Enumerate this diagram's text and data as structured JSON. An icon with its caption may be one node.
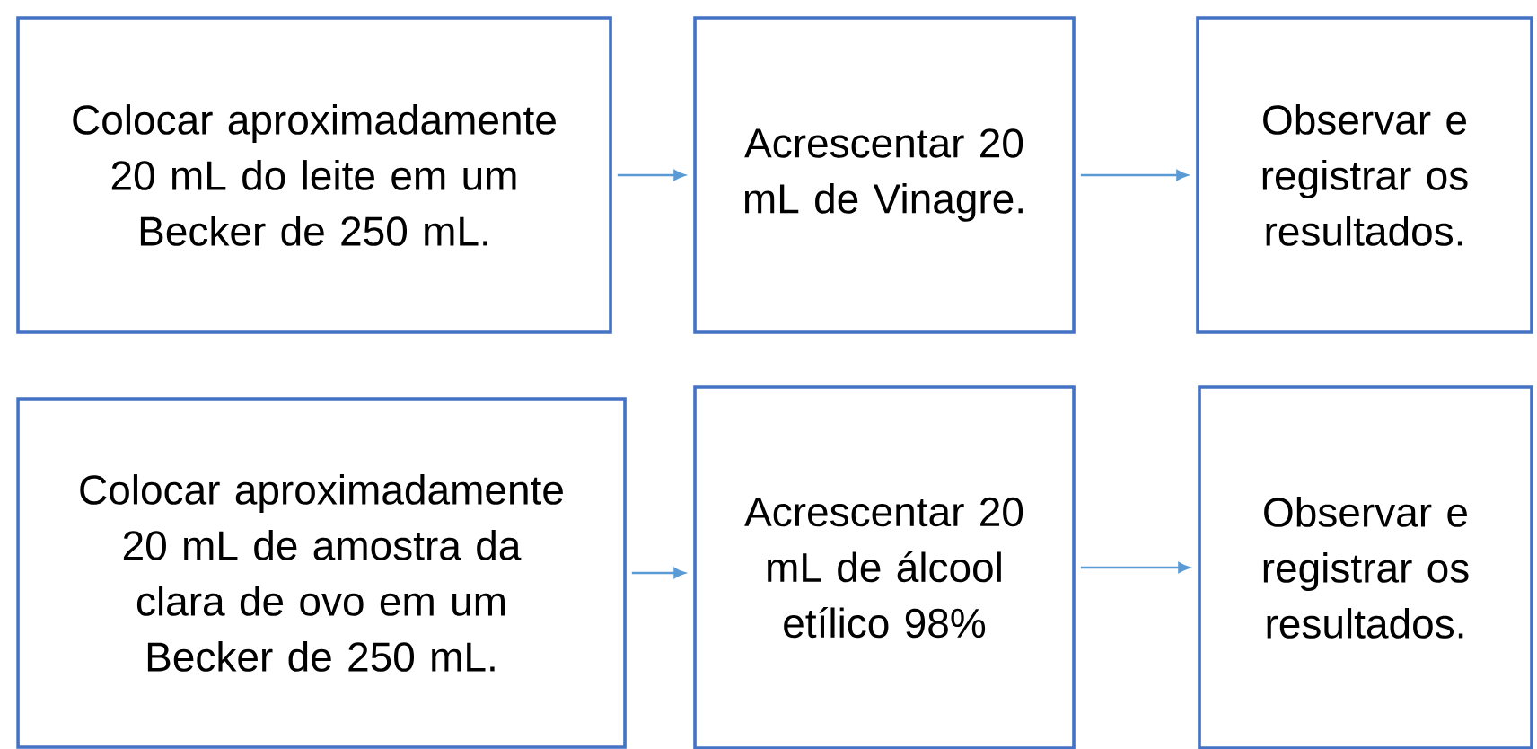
{
  "diagram": {
    "nodes": [
      {
        "text": [
          "Colocar aproximadamente 20 mL do leite em um Becker de 250 mL."
        ]
      },
      {
        "text": [
          "Acrescentar 20 mL de Vinagre."
        ]
      },
      {
        "text": [
          "Observar e registrar os resultados."
        ]
      },
      {
        "text": [
          "Colocar aproximadamente 20 mL de amostra da clara de ovo em um Becker de 250 mL."
        ]
      },
      {
        "text": [
          "Acrescentar 20 mL de álcool etílico 98%"
        ]
      },
      {
        "text": [
          "Observar e registrar os resultados."
        ]
      }
    ],
    "edges": [
      {
        "from": 0,
        "to": 1,
        "arrow": "to"
      },
      {
        "from": 1,
        "to": 2,
        "arrow": "to"
      },
      {
        "from": 3,
        "to": 4,
        "arrow": "to"
      },
      {
        "from": 4,
        "to": 5,
        "arrow": "to"
      }
    ]
  }
}
